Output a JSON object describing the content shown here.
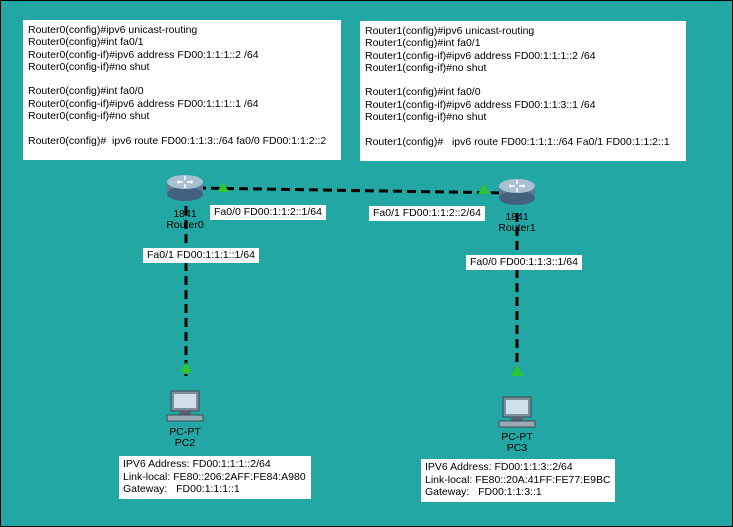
{
  "notes": {
    "router0": [
      "Router0(config)#ipv6 unicast-routing",
      "Router0(config)#int fa0/1",
      "Router0(config-if)#ipv6 address FD00:1:1:1::2 /64",
      "Router0(config-if)#no shut",
      "",
      "Router0(config)#int fa0/0",
      "Router0(config-if)#ipv6 address FD00:1:1:1::1 /64",
      "Router0(config-if)#no shut",
      "",
      "Router0(config)#  ipv6 route FD00:1:1:3::/64 fa0/0 FD00:1:1:2::2"
    ],
    "router1": [
      "Router1(config)#ipv6 unicast-routing",
      "Router1(config)#int fa0/1",
      "Router1(config-if)#ipv6 address FD00:1:1:1::2 /64",
      "Router1(config-if)#no shut",
      "",
      "Router1(config)#int fa0/0",
      "Router1(config-if)#ipv6 address FD00:1:1:3::1 /64",
      "Router1(config-if)#no shut",
      "",
      "Router1(config)#   ipv6 route FD00:1:1:1::/64 Fa0/1 FD00:1:1:2::1"
    ]
  },
  "devices": {
    "router0": {
      "model": "1841",
      "name": "Router0"
    },
    "router1": {
      "model": "1841",
      "name": "Router1"
    },
    "pc2": {
      "model": "PC-PT",
      "name": "PC2"
    },
    "pc3": {
      "model": "PC-PT",
      "name": "PC3"
    }
  },
  "interfaces": {
    "r0_fa00": "Fa0/0  FD00:1:1:2::1/64",
    "r1_fa01": "Fa0/1  FD00:1:1:2::2/64",
    "r0_fa01": "Fa0/1  FD00:1:1:1::1/64",
    "r1_fa00": "Fa0/0  FD00:1:1:3::1/64"
  },
  "pc_info": {
    "pc2": [
      "IPV6 Address: FD00:1:1:1::2/64",
      "Link-local: FE80::206:2AFF:FE84:A980",
      "Gateway:   FD00:1:1:1::1"
    ],
    "pc3": [
      "IPV6 Address: FD00:1:1:3::2/64",
      "Link-local: FE80::20A:41FF:FE77:E9BC",
      "Gateway:   FD00:1:1:3::1"
    ]
  },
  "colors": {
    "background": "#23a7a4",
    "link": "#000000",
    "link_up": "#2fc42f"
  }
}
